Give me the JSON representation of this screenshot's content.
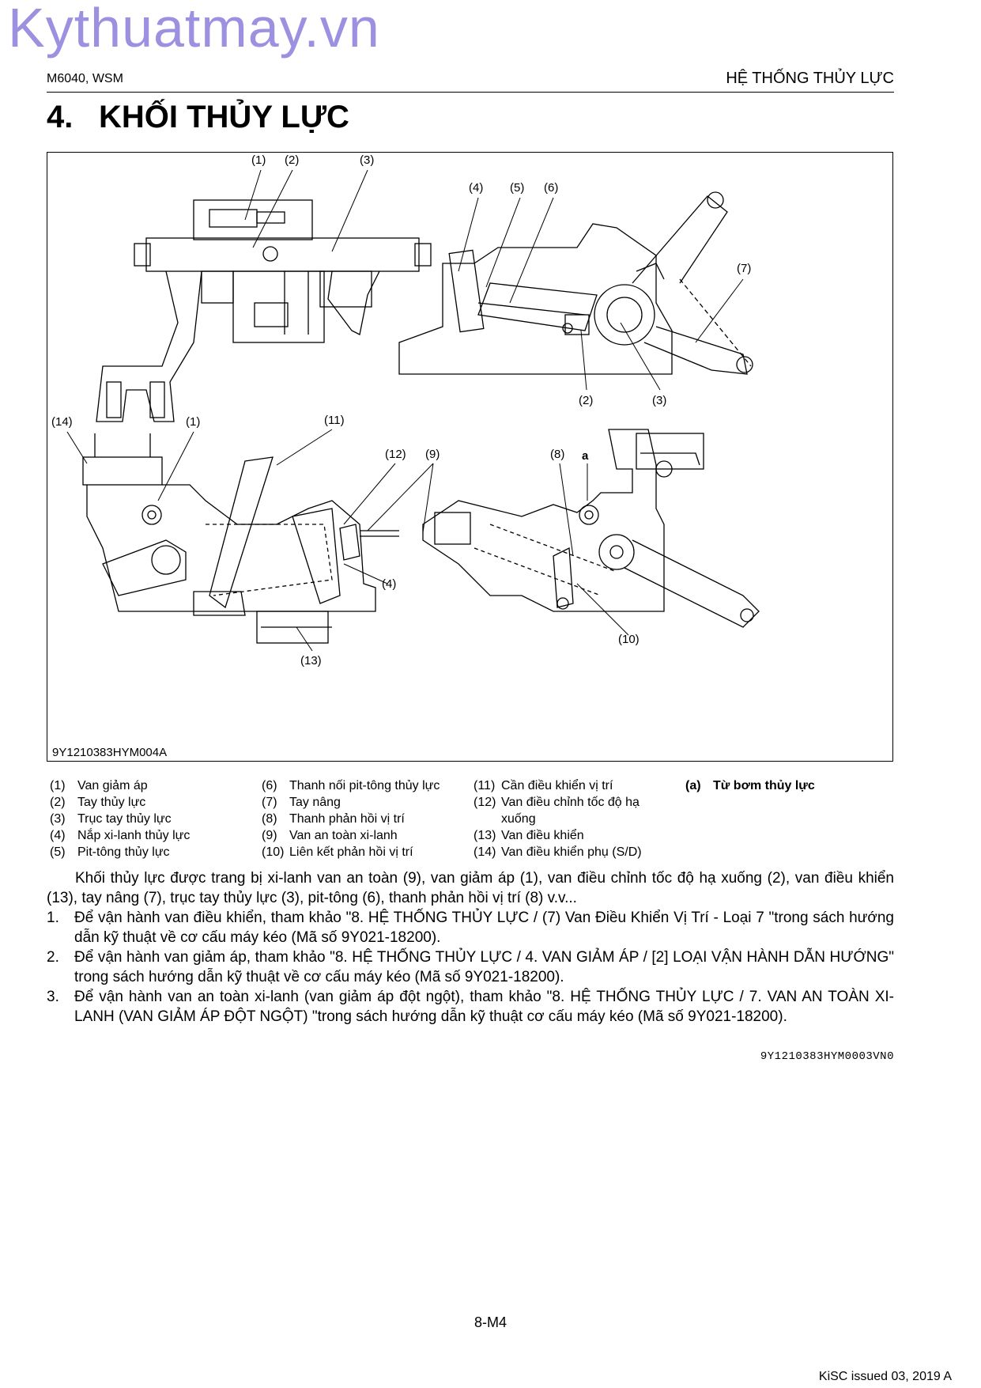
{
  "watermark": "Kythuatmay.vn",
  "header": {
    "left": "M6040, WSM",
    "right": "HỆ THỐNG THỦY LỰC"
  },
  "section": {
    "number": "4.",
    "title": "KHỐI THỦY LỰC"
  },
  "figure": {
    "code": "9Y1210383HYM004A",
    "labels": {
      "top_left": [
        "(1)",
        "(2)",
        "(3)"
      ],
      "top_right": [
        "(4)",
        "(5)",
        "(6)",
        "(7)",
        "(2)",
        "(3)"
      ],
      "bottom_left": [
        "(14)",
        "(1)",
        "(11)",
        "(12)",
        "(9)",
        "(4)",
        "(13)"
      ],
      "bottom_right": [
        "(8)",
        "a",
        "(10)"
      ]
    }
  },
  "legend": {
    "col1": [
      {
        "n": "(1)",
        "t": "Van giảm áp"
      },
      {
        "n": "(2)",
        "t": "Tay thủy lực"
      },
      {
        "n": "(3)",
        "t": "Trục tay thủy lực"
      },
      {
        "n": "(4)",
        "t": "Nắp xi-lanh thủy lực"
      },
      {
        "n": "(5)",
        "t": "Pit-tông thủy lực"
      }
    ],
    "col2": [
      {
        "n": "(6)",
        "t": "Thanh nối pit-tông thủy lực"
      },
      {
        "n": "(7)",
        "t": "Tay nâng"
      },
      {
        "n": "(8)",
        "t": "Thanh phản hồi vị trí"
      },
      {
        "n": "(9)",
        "t": "Van an toàn xi-lanh"
      },
      {
        "n": "(10)",
        "t": "Liên kết phản hồi vị trí"
      }
    ],
    "col3": [
      {
        "n": "(11)",
        "t": "Cần điều khiển vị trí"
      },
      {
        "n": "(12)",
        "t": "Van điều chỉnh tốc độ hạ xuống"
      },
      {
        "n": "(13)",
        "t": "Van điều khiển"
      },
      {
        "n": "(14)",
        "t": "Van điều khiển phụ (S/D)"
      }
    ],
    "col4": [
      {
        "n": "(a)",
        "t": "Từ bơm thủy lực"
      }
    ]
  },
  "body": {
    "intro": "Khối thủy lực được trang bị xi-lanh van an toàn (9), van giảm áp (1), van điều chỉnh tốc độ hạ xuống (2), van điều khiển (13), tay nâng (7), trục tay thủy lực (3), pit-tông (6), thanh phản hồi vị trí (8) v.v...",
    "items": [
      {
        "n": "1.",
        "t": "Để vận hành van điều khiển, tham khảo \"8. HỆ THỐNG THỦY LỰC / (7) Van Điều Khiển Vị Trí - Loại 7 \"trong sách hướng dẫn kỹ thuật về cơ cấu máy kéo (Mã số 9Y021-18200)."
      },
      {
        "n": "2.",
        "t": "Để vận hành van giảm áp, tham khảo \"8. HỆ THỐNG THỦY LỰC / 4. VAN GIẢM ÁP / [2] LOẠI VẬN HÀNH DẪN HƯỚNG\" trong sách hướng dẫn kỹ thuật về cơ cấu máy kéo (Mã số 9Y021-18200)."
      },
      {
        "n": "3.",
        "t": "Để vận hành van an toàn xi-lanh (van giảm áp đột ngột), tham khảo \"8. HỆ THỐNG THỦY LỰC / 7. VAN AN TOÀN XI-LANH (VAN GIẢM ÁP ĐỘT NGỘT) \"trong sách hướng dẫn kỹ thuật cơ cấu máy kéo (Mã số 9Y021-18200)."
      }
    ],
    "doc_code": "9Y1210383HYM0003VN0"
  },
  "footer": {
    "page": "8-M4",
    "issued": "KiSC issued 03, 2019 A"
  }
}
